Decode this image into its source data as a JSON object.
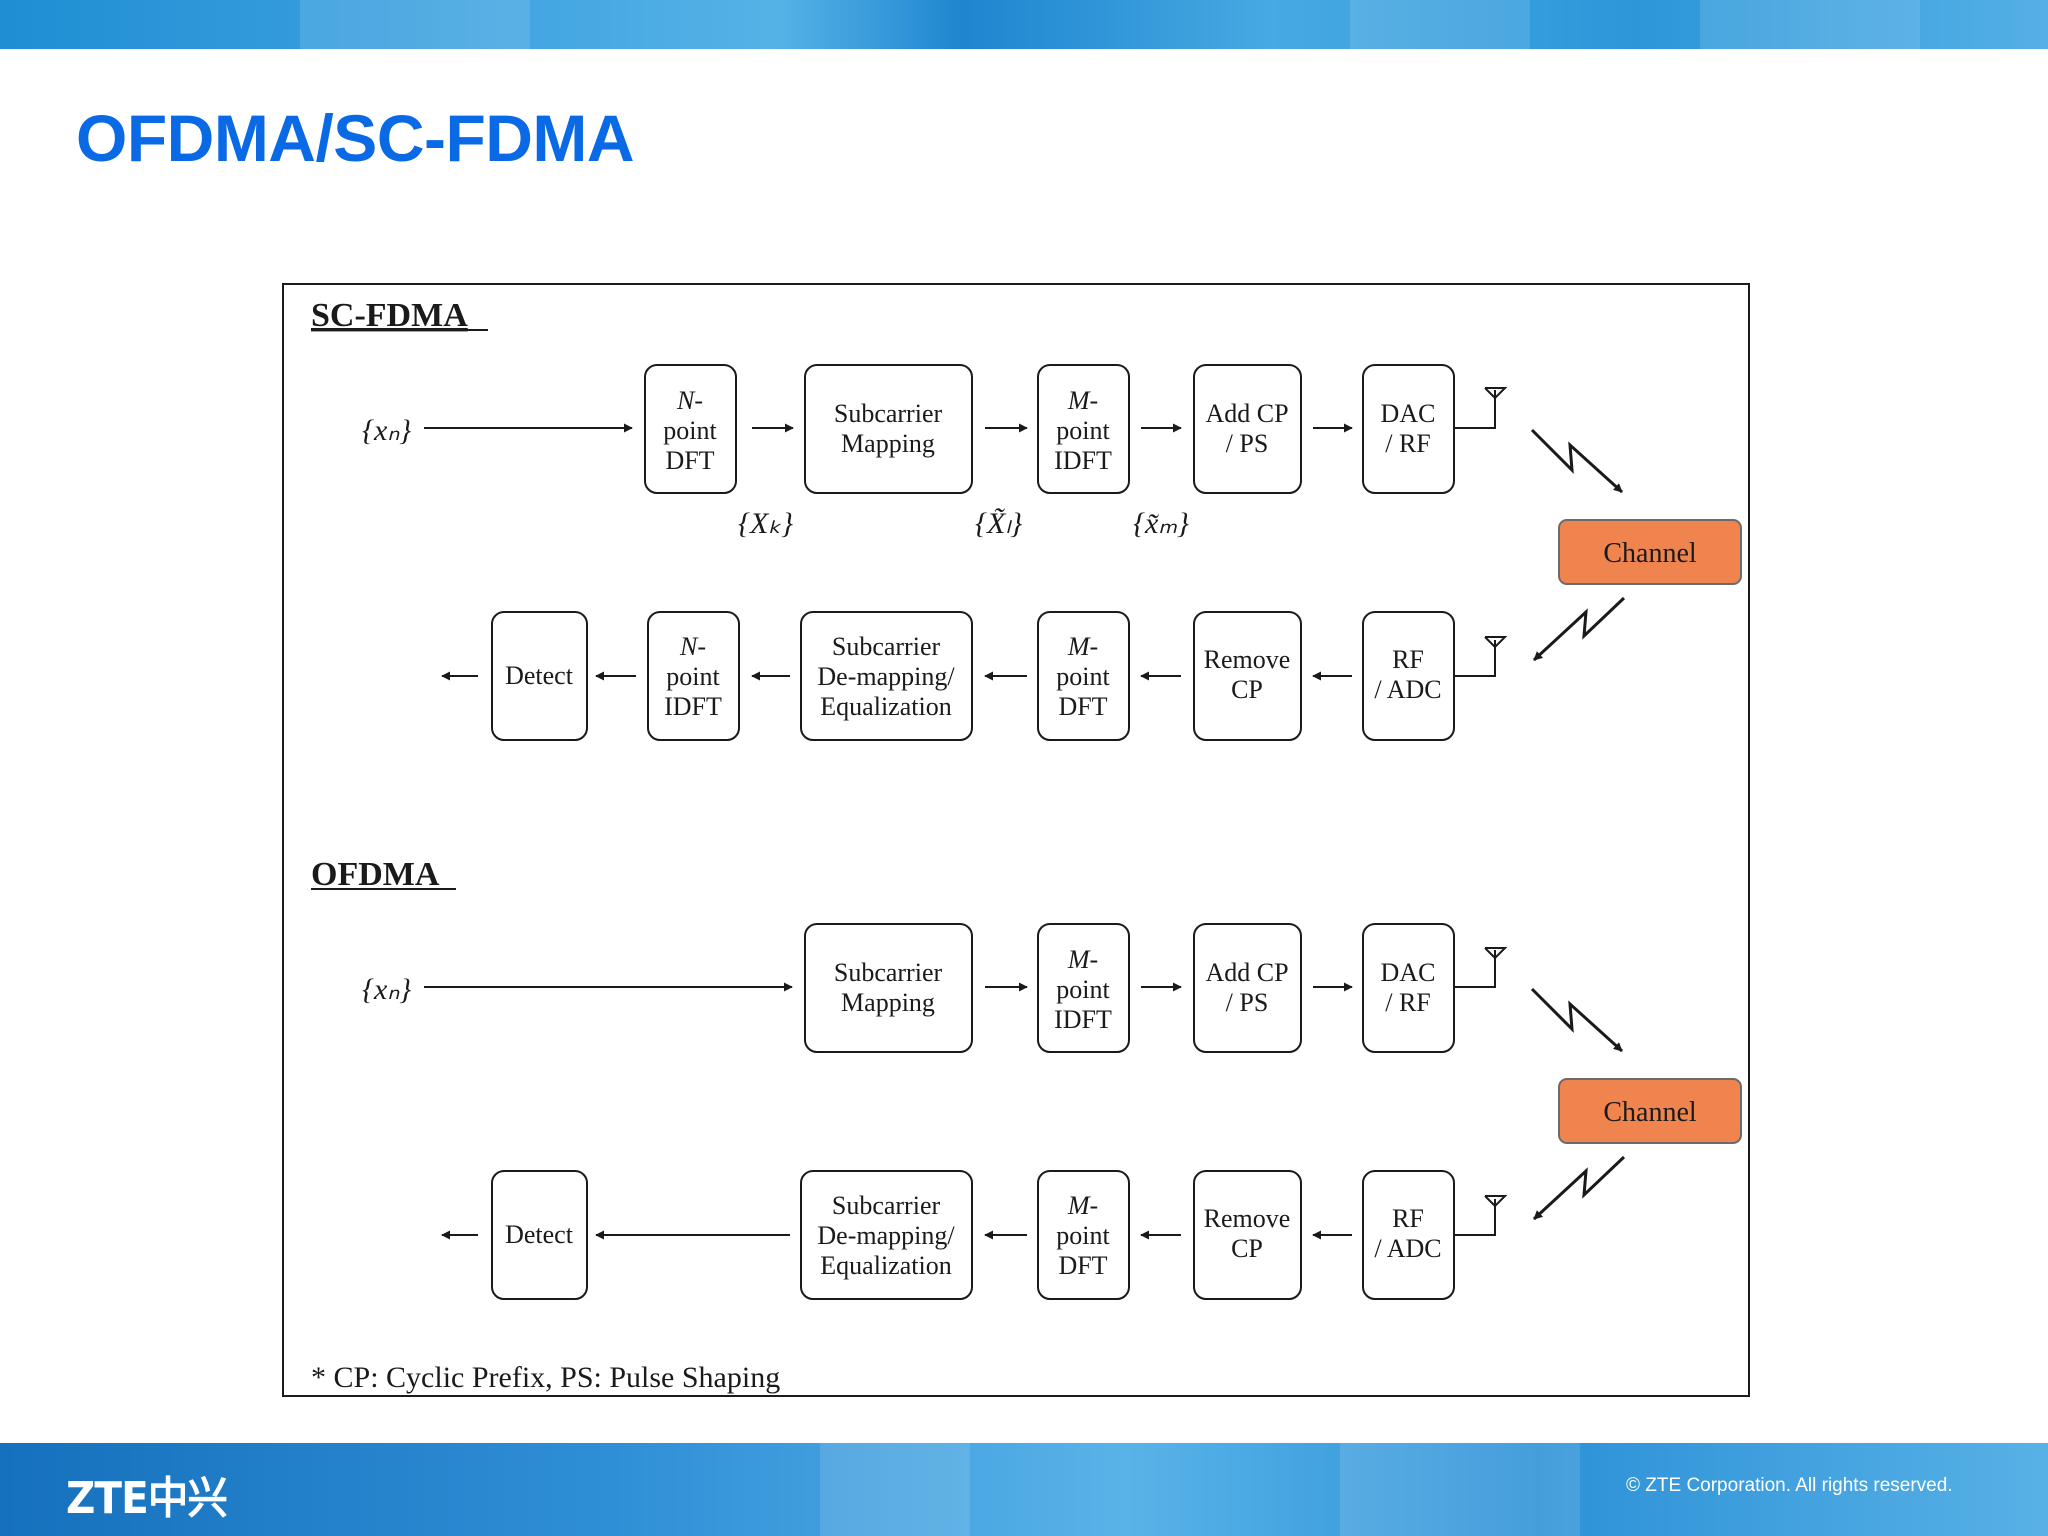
{
  "slide": {
    "title": "OFDMA/SC-FDMA",
    "logo_text": "ZTE中兴",
    "copyright": "© ZTE Corporation. All rights reserved."
  },
  "diagram": {
    "sc_fdma": {
      "heading": "SC-FDMA",
      "tx": {
        "input": "{xₙ}",
        "blocks": [
          {
            "id": "n-point-dft",
            "lines": [
              "N-",
              "point",
              "DFT"
            ]
          },
          {
            "id": "subcarrier-mapping",
            "lines": [
              "Subcarrier",
              "Mapping"
            ]
          },
          {
            "id": "m-point-idft",
            "lines": [
              "M-",
              "point",
              "IDFT"
            ]
          },
          {
            "id": "add-cp-ps",
            "lines": [
              "Add CP",
              "/ PS"
            ]
          },
          {
            "id": "dac-rf",
            "lines": [
              "DAC",
              "/ RF"
            ]
          }
        ],
        "signals": [
          "{Xₖ}",
          "{X̃ₗ}",
          "{x̃ₘ}"
        ]
      },
      "rx": {
        "blocks": [
          {
            "id": "detect",
            "lines": [
              "Detect"
            ]
          },
          {
            "id": "n-point-idft",
            "lines": [
              "N-",
              "point",
              "IDFT"
            ]
          },
          {
            "id": "subcarrier-demapping",
            "lines": [
              "Subcarrier",
              "De-mapping/",
              "Equalization"
            ]
          },
          {
            "id": "m-point-dft",
            "lines": [
              "M-",
              "point",
              "DFT"
            ]
          },
          {
            "id": "remove-cp",
            "lines": [
              "Remove",
              "CP"
            ]
          },
          {
            "id": "rf-adc",
            "lines": [
              "RF",
              "/ ADC"
            ]
          }
        ]
      },
      "channel": "Channel"
    },
    "ofdma": {
      "heading": "OFDMA",
      "tx": {
        "input": "{xₙ}",
        "blocks": [
          {
            "id": "subcarrier-mapping",
            "lines": [
              "Subcarrier",
              "Mapping"
            ]
          },
          {
            "id": "m-point-idft",
            "lines": [
              "M-",
              "point",
              "IDFT"
            ]
          },
          {
            "id": "add-cp-ps",
            "lines": [
              "Add CP",
              "/ PS"
            ]
          },
          {
            "id": "dac-rf",
            "lines": [
              "DAC",
              "/ RF"
            ]
          }
        ]
      },
      "rx": {
        "blocks": [
          {
            "id": "detect",
            "lines": [
              "Detect"
            ]
          },
          {
            "id": "subcarrier-demapping",
            "lines": [
              "Subcarrier",
              "De-mapping/",
              "Equalization"
            ]
          },
          {
            "id": "m-point-dft",
            "lines": [
              "M-",
              "point",
              "DFT"
            ]
          },
          {
            "id": "remove-cp",
            "lines": [
              "Remove",
              "CP"
            ]
          },
          {
            "id": "rf-adc",
            "lines": [
              "RF",
              "/ ADC"
            ]
          }
        ]
      },
      "channel": "Channel"
    },
    "footnote": "* CP: Cyclic Prefix, PS: Pulse Shaping"
  },
  "colors": {
    "title": "#0a6ae6",
    "channel_fill": "#f0844e",
    "band": "#2b93d8"
  }
}
